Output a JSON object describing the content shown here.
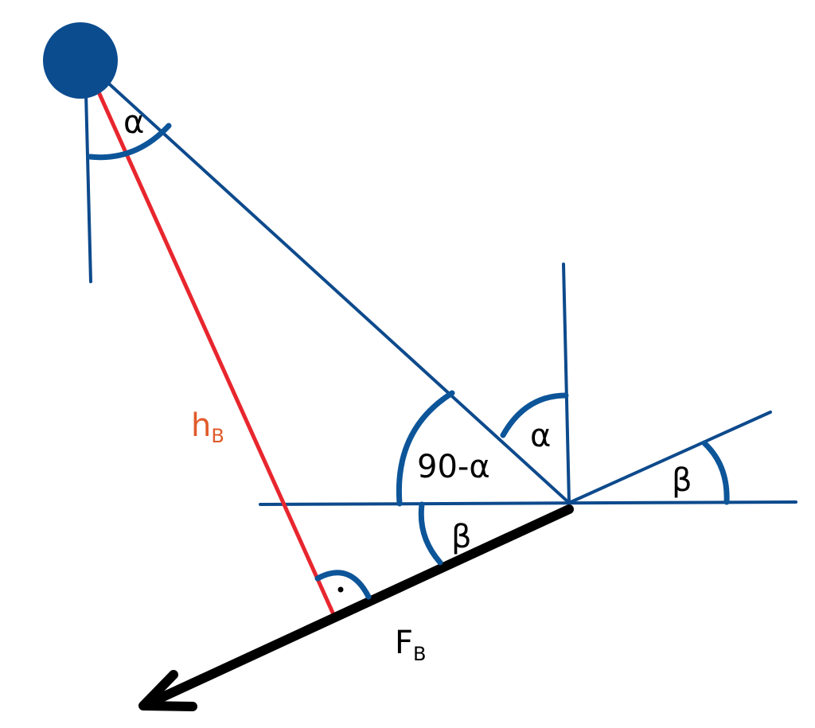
{
  "colors": {
    "line": "#0d4a8c",
    "arc": "#0d5599",
    "mass": "#0b4c8f",
    "height": "#e8262e",
    "height_label": "#e05a2a",
    "force": "#000000",
    "text": "#000000"
  },
  "labels": {
    "alpha_top": "α",
    "alpha_right": "α",
    "ninety_minus_alpha": "90-α",
    "beta_below": "β",
    "beta_right": "β",
    "h_main": "h",
    "h_sub": "B",
    "f_main": "F",
    "f_sub": "B"
  }
}
